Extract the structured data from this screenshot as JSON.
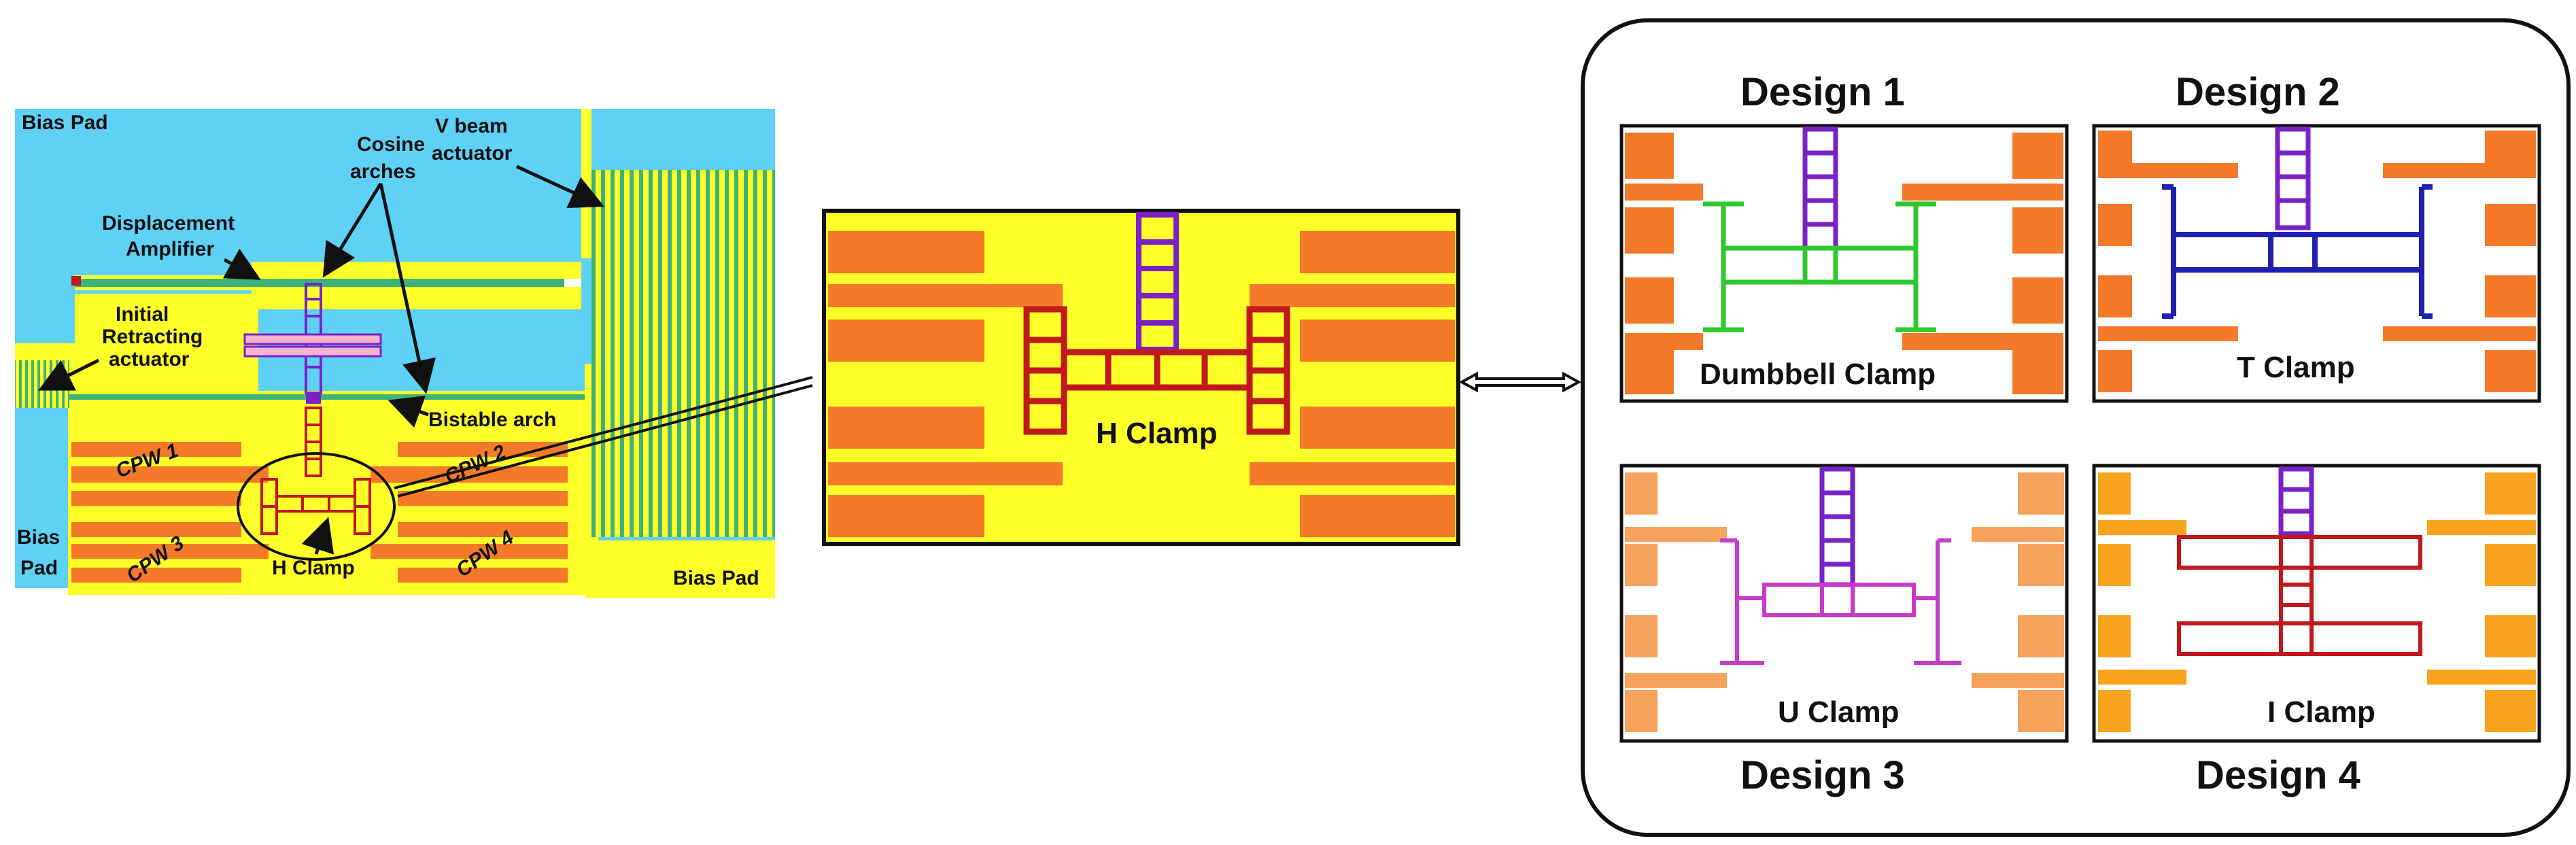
{
  "layout": {
    "labels": {
      "bias_pad_tl": "Bias Pad",
      "v_beam_actuator": [
        "V beam",
        "actuator"
      ],
      "cosine_arches": [
        "Cosine",
        "arches"
      ],
      "displacement_amplifier": [
        "Displacement",
        "Amplifier"
      ],
      "initial_retracting_actuator": [
        "Initial",
        "Retracting",
        "actuator"
      ],
      "bistable_arch": "Bistable arch",
      "cpw1": "CPW 1",
      "cpw2": "CPW 2",
      "cpw3": "CPW 3",
      "cpw4": "CPW 4",
      "bias_pad_left": [
        "Bias",
        "Pad"
      ],
      "h_clamp_small": "H Clamp",
      "bias_pad_br": "Bias Pad"
    }
  },
  "zoom": {
    "label": "H Clamp"
  },
  "designs": [
    {
      "title": "Design 1",
      "clamp": "Dumbbell Clamp",
      "color": "#2fc92f"
    },
    {
      "title": "Design 2",
      "clamp": "T Clamp",
      "color": "#1f1fb0"
    },
    {
      "title": "Design 3",
      "clamp": "U Clamp",
      "color": "#c63cc6"
    },
    {
      "title": "Design 4",
      "clamp": "I Clamp",
      "color": "#c0181c"
    }
  ],
  "colors": {
    "pad_blue": "#5fd1f7",
    "metal_yellow": "#ffff2a",
    "cpw_orange": "#f47a2a",
    "beam_purple": "#7a22c7",
    "h_clamp_red": "#c0181c",
    "light_orange": "#f7a35c",
    "amber": "#f9a41e"
  }
}
